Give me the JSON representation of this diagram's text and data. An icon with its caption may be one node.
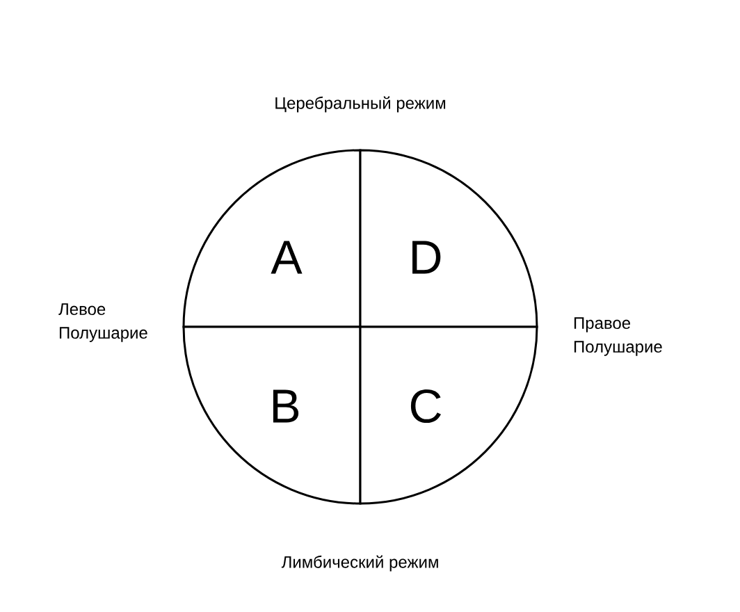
{
  "diagram": {
    "nodes": [
      {
        "text": [
          "A"
        ]
      },
      {
        "text": [
          "D"
        ]
      },
      {
        "text": [
          "B"
        ]
      },
      {
        "text": [
          "C"
        ]
      }
    ],
    "labels": [
      "Церебральный режим",
      "Левое Полушарие",
      "Правое Полушарие",
      "Лимбический режим"
    ]
  }
}
